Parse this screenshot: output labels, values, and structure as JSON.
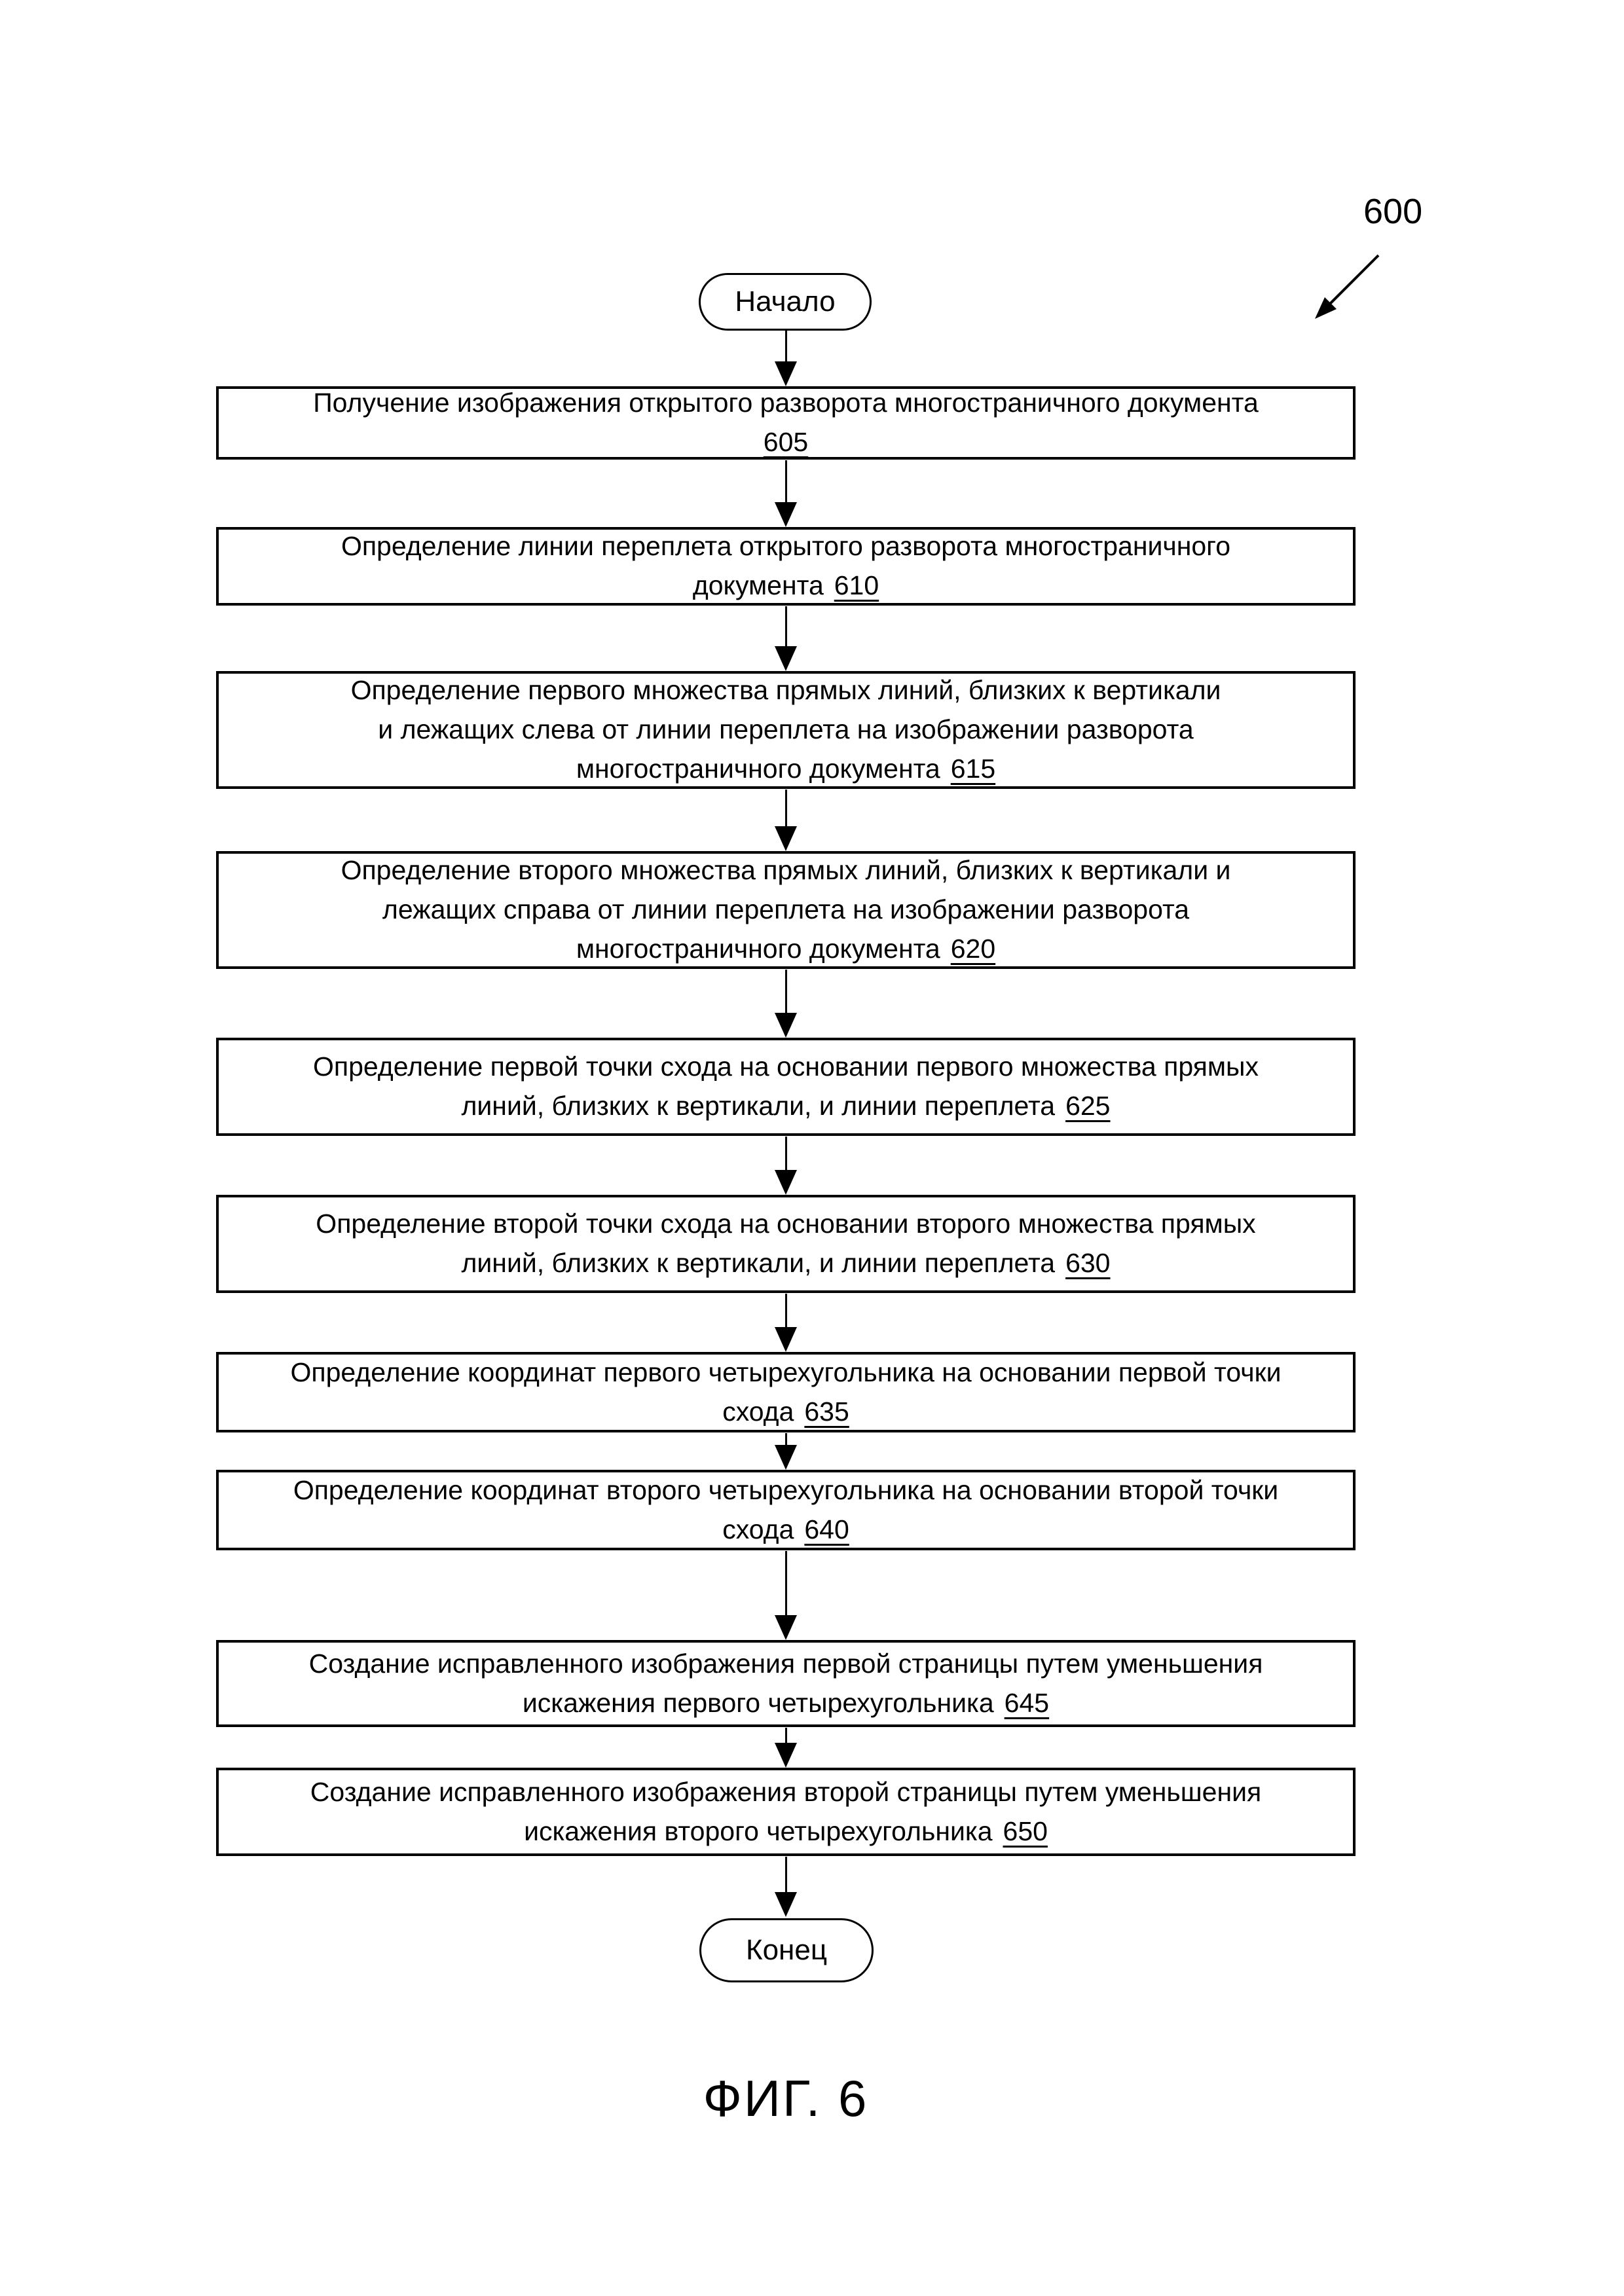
{
  "figure": {
    "ref_label": "600",
    "caption": "ФИГ. 6",
    "start_label": "Начало",
    "end_label": "Конец"
  },
  "boxes": [
    {
      "num": "605",
      "lines": [
        "Получение изображения открытого разворота многостраничного документа"
      ]
    },
    {
      "num": "610",
      "lines": [
        "Определение линии переплета открытого разворота многостраничного",
        "документа"
      ]
    },
    {
      "num": "615",
      "lines": [
        "Определение первого множества прямых линий, близких к вертикали",
        "и лежащих слева от линии переплета на изображении разворота",
        "многостраничного документа"
      ]
    },
    {
      "num": "620",
      "lines": [
        "Определение второго множества прямых линий, близких к вертикали и",
        "лежащих справа от линии переплета на изображении разворота",
        "многостраничного документа"
      ]
    },
    {
      "num": "625",
      "lines": [
        "Определение первой точки схода на основании первого множества прямых",
        "линий, близких к вертикали, и линии переплета"
      ]
    },
    {
      "num": "630",
      "lines": [
        "Определение второй точки схода на основании второго множества прямых",
        "линий, близких к вертикали, и линии переплета"
      ]
    },
    {
      "num": "635",
      "lines": [
        "Определение координат первого четырехугольника на основании первой точки",
        "схода"
      ]
    },
    {
      "num": "640",
      "lines": [
        "Определение координат второго четырехугольника на основании второй точки",
        "схода"
      ]
    },
    {
      "num": "645",
      "lines": [
        "Создание исправленного изображения первой страницы путем уменьшения",
        "искажения первого четырехугольника"
      ]
    },
    {
      "num": "650",
      "lines": [
        "Создание исправленного изображения второй страницы путем уменьшения",
        "искажения второго четырехугольника"
      ]
    }
  ]
}
